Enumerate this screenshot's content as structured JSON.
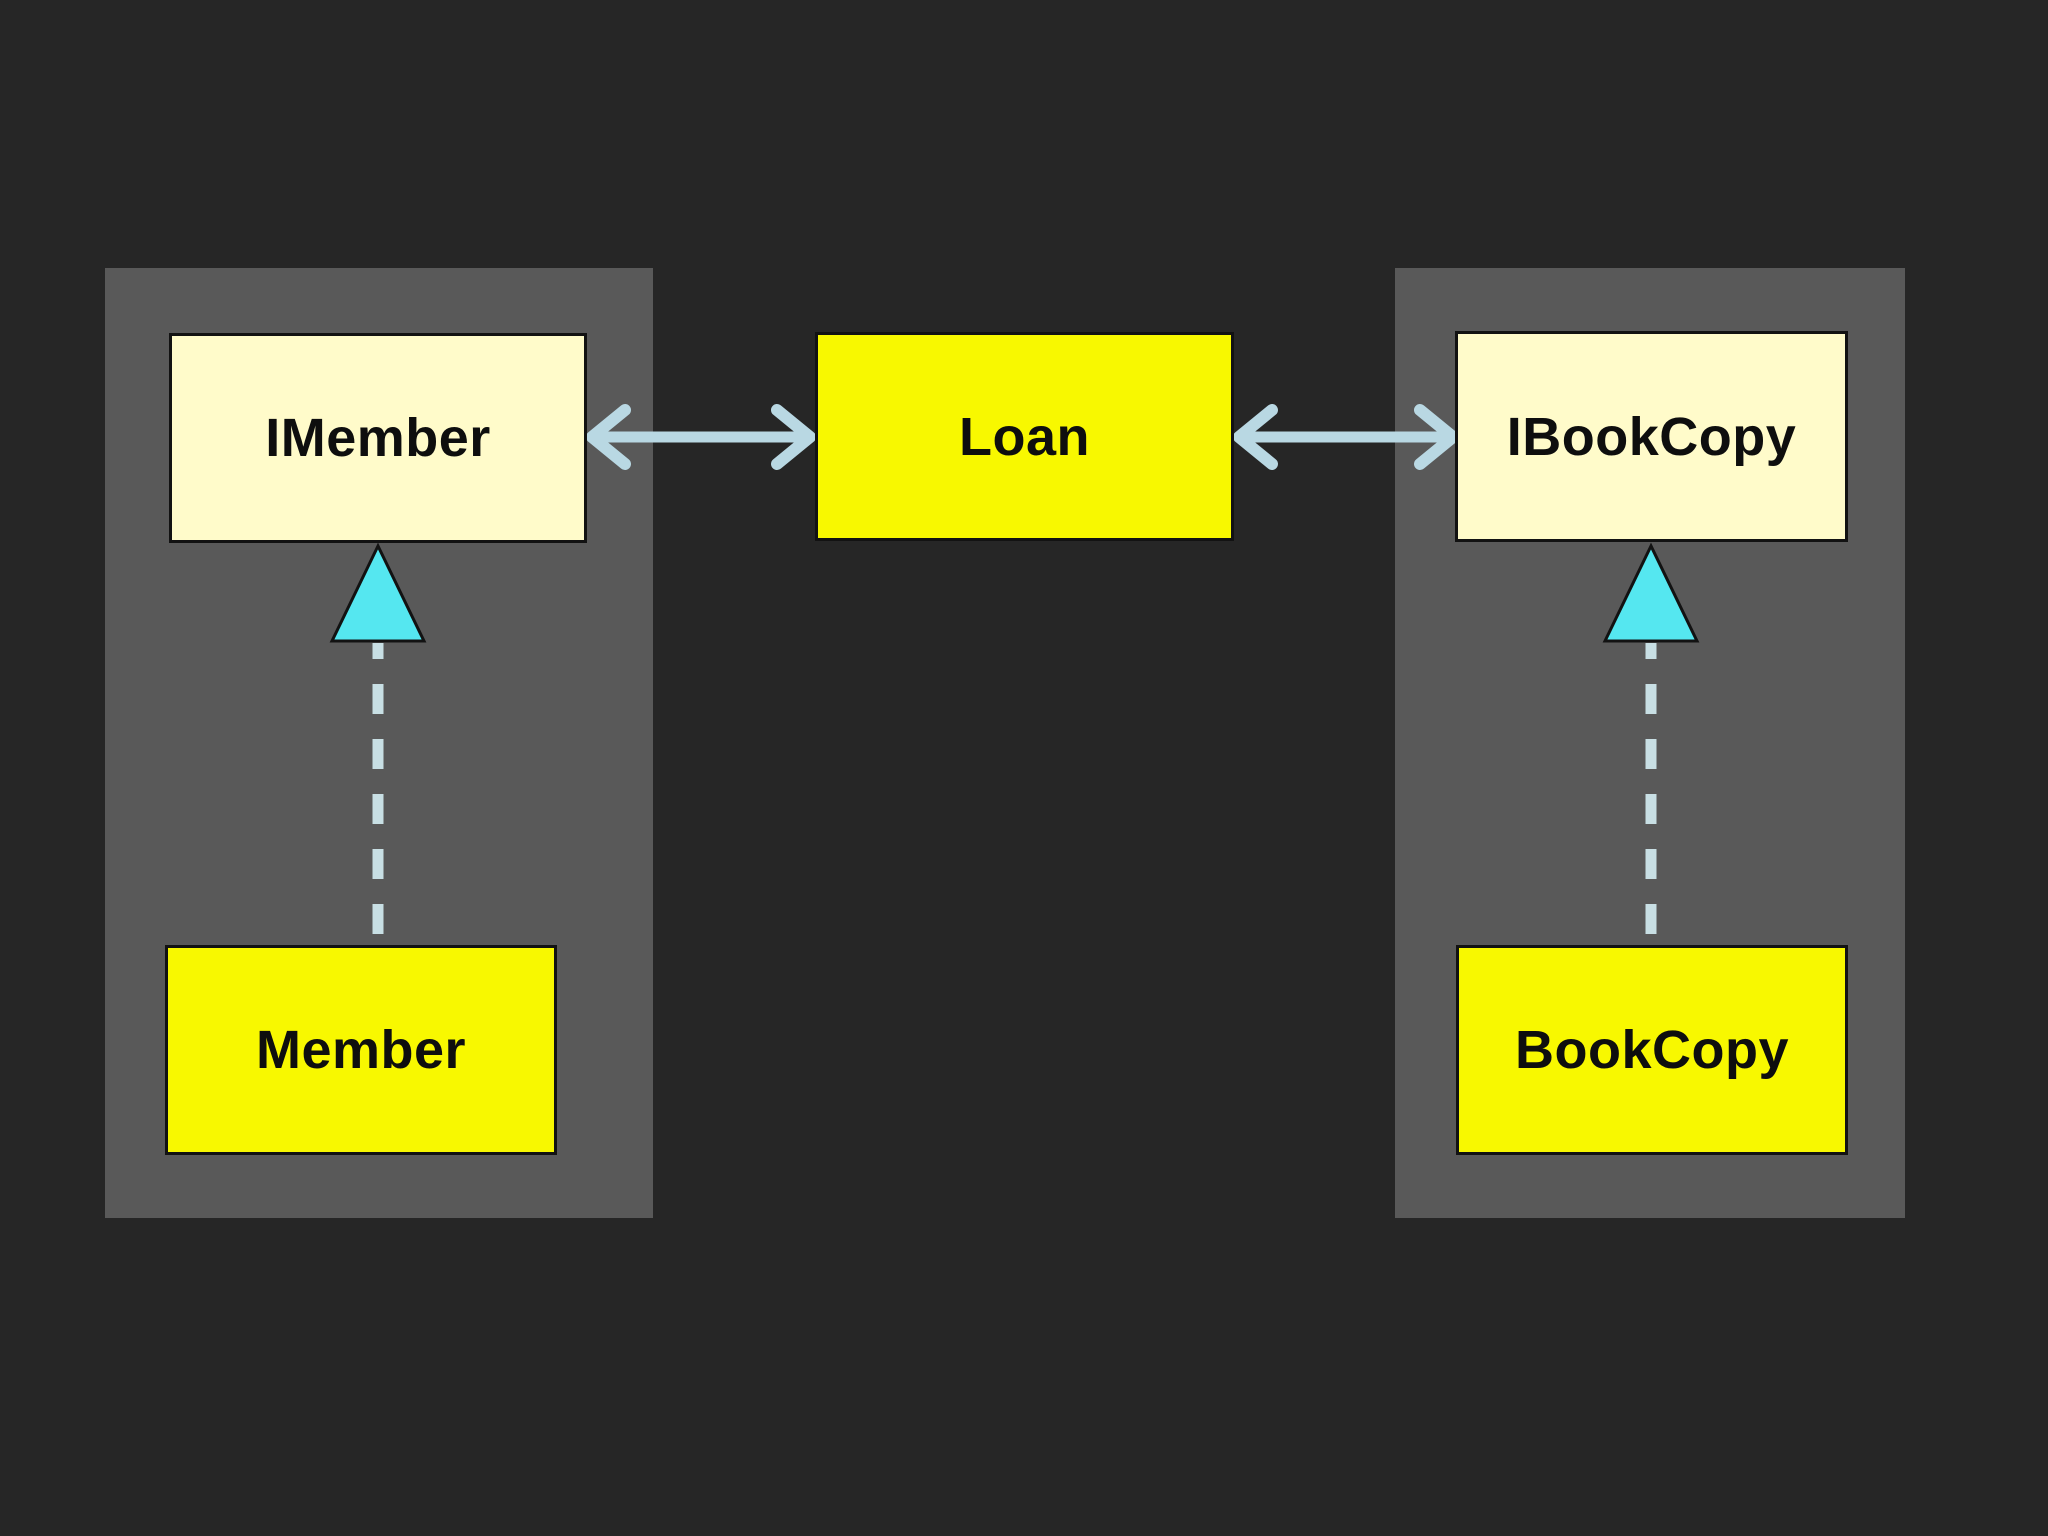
{
  "diagram": {
    "colors": {
      "background": "#262626",
      "panel": "#595959",
      "interface_fill": "#fffbca",
      "class_fill": "#f8f800",
      "border": "#121212",
      "label_text": "#0e0e0e",
      "association_arrow": "#b9d8e3",
      "realization_dash": "#c8dfe4",
      "realization_triangle": "#55e7f0"
    },
    "groups": [
      {
        "name": "member-group",
        "side": "left"
      },
      {
        "name": "bookcopy-group",
        "side": "right"
      }
    ],
    "nodes": {
      "imember": {
        "label": "IMember",
        "kind": "interface"
      },
      "loan": {
        "label": "Loan",
        "kind": "class"
      },
      "ibookcopy": {
        "label": "IBookCopy",
        "kind": "interface"
      },
      "member": {
        "label": "Member",
        "kind": "class"
      },
      "bookcopy": {
        "label": "BookCopy",
        "kind": "class"
      }
    },
    "connectors": [
      {
        "type": "bidirectional-association",
        "from": "IMember",
        "to": "Loan"
      },
      {
        "type": "bidirectional-association",
        "from": "Loan",
        "to": "IBookCopy"
      },
      {
        "type": "realization",
        "from": "Member",
        "to": "IMember"
      },
      {
        "type": "realization",
        "from": "BookCopy",
        "to": "IBookCopy"
      }
    ]
  }
}
